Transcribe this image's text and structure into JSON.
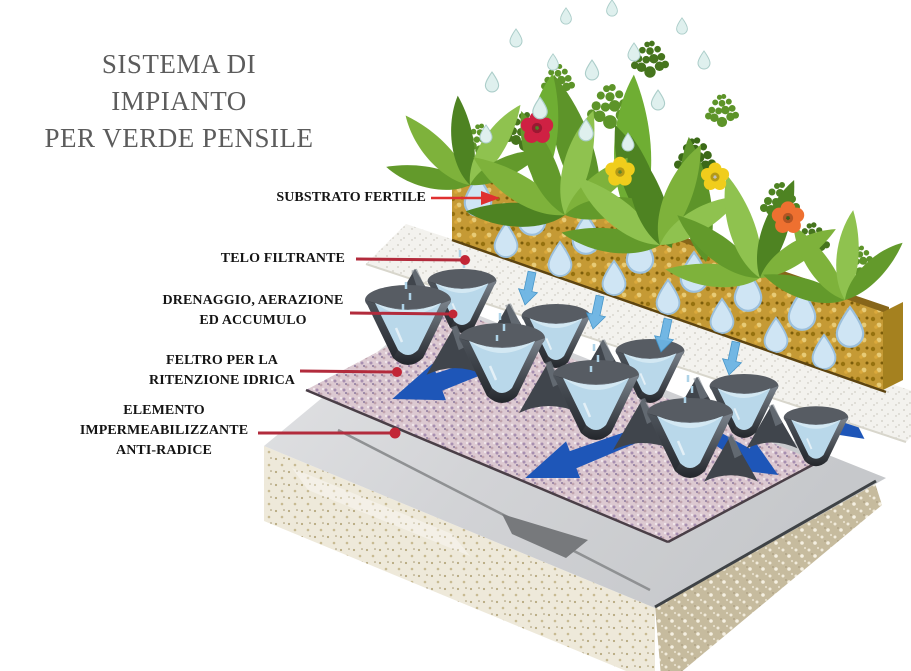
{
  "title": {
    "line1": "SISTEMA DI IMPIANTO",
    "line2": "PER VERDE PENSILE"
  },
  "labels": [
    {
      "lines": [
        "SUBSTRATO FERTILE"
      ],
      "leader": "arrow"
    },
    {
      "lines": [
        "TELO FILTRANTE"
      ],
      "leader": "dot"
    },
    {
      "lines": [
        "DRENAGGIO, AERAZIONE",
        "ED ACCUMULO"
      ],
      "leader": "dot"
    },
    {
      "lines": [
        "FELTRO PER LA",
        "RITENZIONE IDRICA"
      ],
      "leader": "dot"
    },
    {
      "lines": [
        "ELEMENTO",
        "IMPERMEABILIZZANTE",
        "ANTI-RADICE"
      ],
      "leader": "dot"
    }
  ],
  "colors": {
    "leader_line": "#b22b3c",
    "leader_arrow": "#e03030",
    "title_text": "#5c5c5c",
    "label_text": "#141414",
    "substrate": "#c59a35",
    "filter_sheet": "#f3f2ee",
    "drainage": "#33383e",
    "water": "#b9d8ea",
    "retention_felt": "#dcc9d1",
    "membrane": "#d6d7d9",
    "slab_front": "#eee9da",
    "slab_side": "#c6bb9e",
    "flow_arrow_blue": "#1e56b8",
    "percolation_arrow": "#6cb4e4",
    "foliage": "#6aa430"
  }
}
